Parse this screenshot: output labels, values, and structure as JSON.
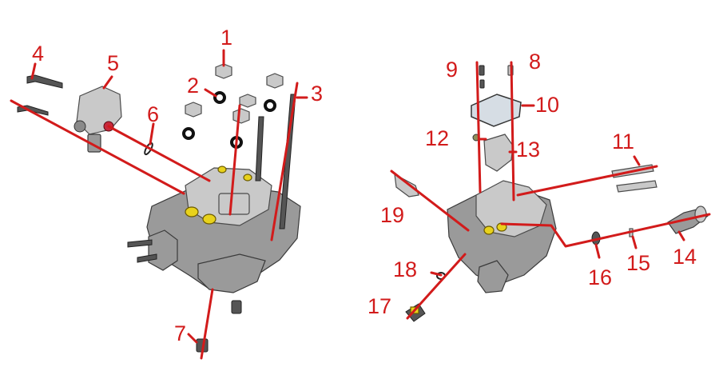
{
  "diagram": {
    "callout_numbers": [
      "1",
      "2",
      "3",
      "4",
      "5",
      "6",
      "7",
      "8",
      "9",
      "10",
      "11",
      "12",
      "13",
      "14",
      "15",
      "16",
      "17",
      "18",
      "19"
    ],
    "colors": {
      "callout": "#d21b1b",
      "leader_line": "#d21b1b",
      "metal": "#9a9a9a",
      "highlight": "#e8d21c"
    }
  }
}
